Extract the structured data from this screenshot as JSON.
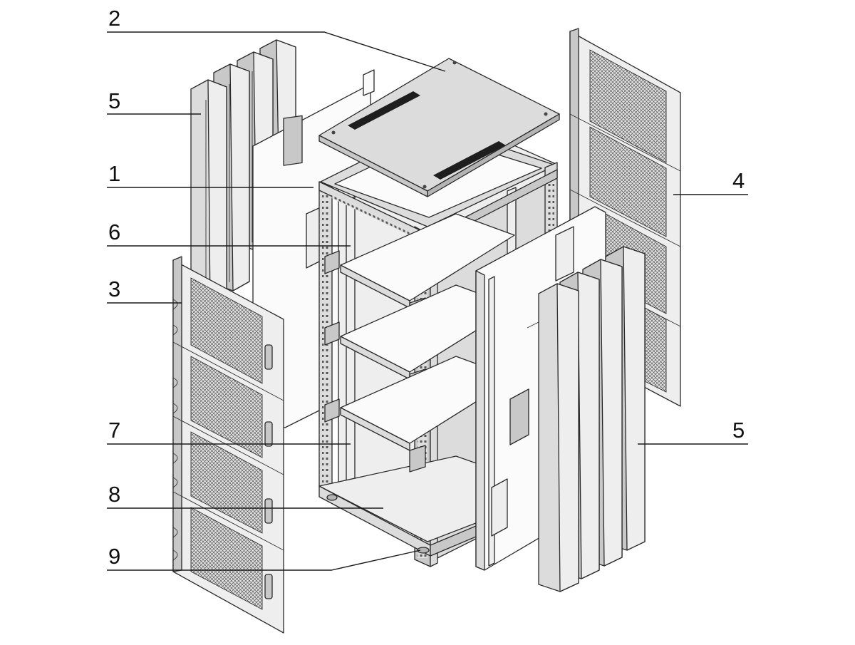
{
  "diagram": {
    "labels": [
      {
        "id": "top-cover",
        "text": "2"
      },
      {
        "id": "rear-cable-ducts",
        "text": "5"
      },
      {
        "id": "frame",
        "text": "1"
      },
      {
        "id": "mounting-rails",
        "text": "6"
      },
      {
        "id": "front-door",
        "text": "3"
      },
      {
        "id": "shelves",
        "text": "7"
      },
      {
        "id": "base-plate",
        "text": "8"
      },
      {
        "id": "feet",
        "text": "9"
      },
      {
        "id": "rear-door",
        "text": "4"
      },
      {
        "id": "side-cable-ducts",
        "text": "5"
      }
    ],
    "colors": {
      "outline": "#2a2a2a",
      "panel_light": "#eeeeee",
      "panel_mid": "#dcdcdc",
      "panel_dark": "#c8c8c8",
      "vent_slot": "#1e1e1e"
    }
  }
}
